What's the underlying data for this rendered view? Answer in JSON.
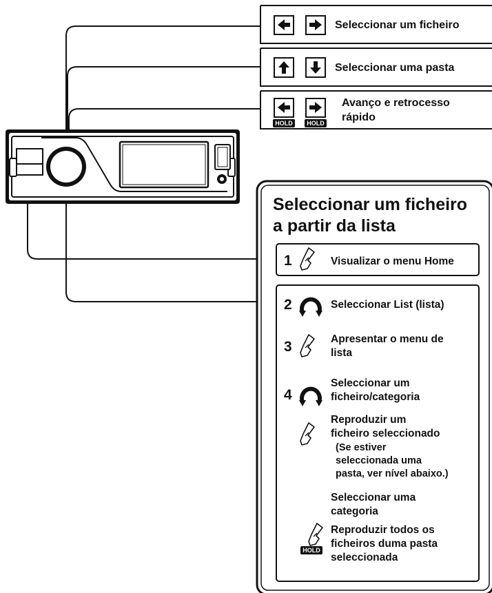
{
  "callouts": {
    "file": "Seleccionar um ficheiro",
    "folder": "Seleccionar uma pasta",
    "ffwd_line1": "Avanço e retrocesso",
    "ffwd_line2": "rápido",
    "hold": "HOLD"
  },
  "panel": {
    "title_line1": "Seleccionar um ficheiro",
    "title_line2": "a partir da lista",
    "steps": [
      {
        "num": "1",
        "text": "Visualizar o menu Home"
      },
      {
        "num": "2",
        "text": "Seleccionar List (lista)"
      },
      {
        "num": "3",
        "text_line1": "Apresentar o menu de",
        "text_line2": "lista"
      },
      {
        "num": "4",
        "text_line1": "Seleccionar um",
        "text_line2": "ficheiro/categoria"
      }
    ],
    "play_file": [
      "Reproduzir um",
      "ficheiro seleccionado",
      "(Se estiver",
      "seleccionada uma",
      "pasta, ver nível abaixo.)"
    ],
    "select_category": [
      "Seleccionar uma",
      "categoria"
    ],
    "play_all": [
      "Reproduzir todos os",
      "ficheiros duma pasta",
      "seleccionada"
    ]
  }
}
